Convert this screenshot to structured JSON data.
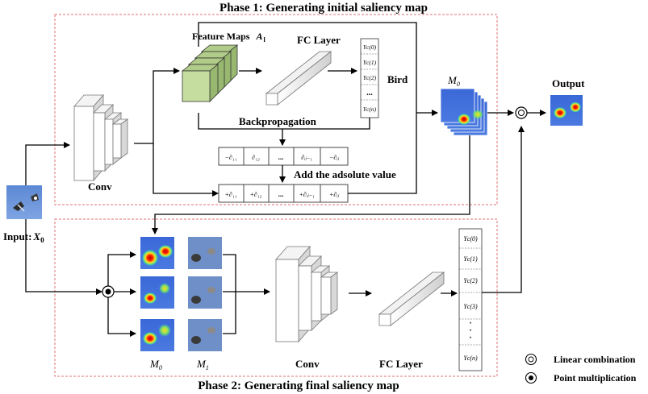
{
  "phase1": {
    "title": "Phase 1: Generating initial saliency map"
  },
  "phase2": {
    "title": "Phase 2: Generating final saliency map"
  },
  "labels": {
    "feature_maps": "Feature Maps",
    "feature_maps_symbol": "A",
    "feature_maps_sub": "l",
    "fc_layer_top": "FC Layer",
    "bird": "Bird",
    "backpropagation": "Backpropagation",
    "add_absolute": "Add the adsolute value",
    "conv_top": "Conv",
    "input_label": "Input:",
    "input_symbol": "X",
    "input_sub": "0",
    "m0_top": "M",
    "m0_top_sub": "0",
    "output": "Output",
    "conv_bottom": "Conv",
    "fc_layer_bottom": "FC Layer",
    "m0_bottom": "M",
    "m0_bottom_sub": "0",
    "m1_bottom": "M",
    "m1_bottom_sub": "1"
  },
  "top_scores": [
    "Yc(0)",
    "Yc(1)",
    "Yc(2)",
    "...",
    "Yc(n)"
  ],
  "bottom_scores": [
    "Yc(0)",
    "Yc(1)",
    "Yc(2)",
    "Yc(3)",
    "·",
    "Yc(n)"
  ],
  "grad_row1": [
    "−∂₁₁",
    "∂₁₂",
    "...",
    "∂ᵢⱼ₋₁",
    "−∂ᵢⱼ"
  ],
  "grad_row2": [
    "+∂₁₁",
    "+∂₁₂",
    "...",
    "+∂ᵢⱼ₋₁",
    "+∂ᵢⱼ"
  ],
  "legend": {
    "linear": "Linear combination",
    "point": "Point multiplication"
  },
  "colors": {
    "dashed_border": "#e07070",
    "feature_map_green": "#c5dea0",
    "heatmap_blue": "#3f6fd8",
    "heatmap_red": "#e02020",
    "heatmap_yellow": "#f2e020"
  }
}
